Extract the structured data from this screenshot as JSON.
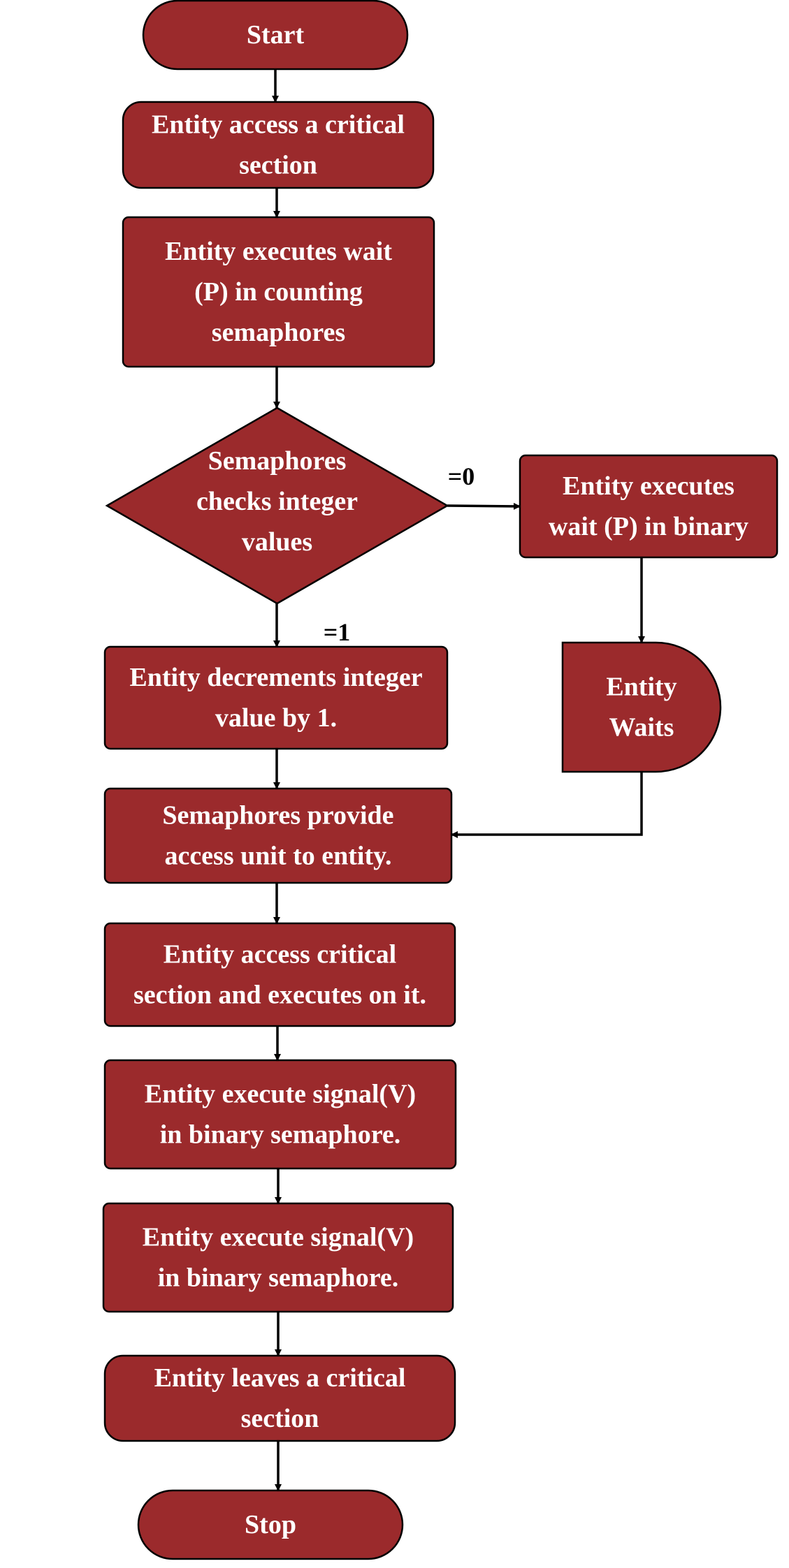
{
  "diagram": {
    "nodes": [
      {
        "id": "start",
        "shape": "terminal",
        "lines": [
          "Start"
        ]
      },
      {
        "id": "access-request",
        "shape": "rounded",
        "lines": [
          "Entity access a critical",
          "section"
        ]
      },
      {
        "id": "wait-counting",
        "shape": "process",
        "lines": [
          "Entity executes wait",
          "(P) in counting",
          "semaphores"
        ]
      },
      {
        "id": "check-value",
        "shape": "decision",
        "lines": [
          "Semaphores",
          "checks integer",
          "values"
        ]
      },
      {
        "id": "wait-binary",
        "shape": "process",
        "lines": [
          "Entity executes",
          "wait (P) in binary"
        ]
      },
      {
        "id": "entity-waits",
        "shape": "delay",
        "lines": [
          "Entity",
          "Waits"
        ]
      },
      {
        "id": "decrement",
        "shape": "process",
        "lines": [
          "Entity decrements integer",
          "value by 1."
        ]
      },
      {
        "id": "provide-access",
        "shape": "process",
        "lines": [
          "Semaphores provide",
          "access unit to entity."
        ]
      },
      {
        "id": "execute-critical",
        "shape": "process",
        "lines": [
          "Entity access critical",
          "section and executes on it."
        ]
      },
      {
        "id": "signal-1",
        "shape": "process",
        "lines": [
          "Entity execute signal(V)",
          "in binary semaphore."
        ]
      },
      {
        "id": "signal-2",
        "shape": "process",
        "lines": [
          "Entity execute signal(V)",
          "in binary semaphore."
        ]
      },
      {
        "id": "leave",
        "shape": "rounded",
        "lines": [
          "Entity leaves a critical",
          "section"
        ]
      },
      {
        "id": "stop",
        "shape": "terminal",
        "lines": [
          "Stop"
        ]
      }
    ],
    "edges": [
      {
        "from": "start",
        "to": "access-request",
        "label": ""
      },
      {
        "from": "access-request",
        "to": "wait-counting",
        "label": ""
      },
      {
        "from": "wait-counting",
        "to": "check-value",
        "label": ""
      },
      {
        "from": "check-value",
        "to": "wait-binary",
        "label": "=0"
      },
      {
        "from": "check-value",
        "to": "decrement",
        "label": "=1"
      },
      {
        "from": "wait-binary",
        "to": "entity-waits",
        "label": ""
      },
      {
        "from": "entity-waits",
        "to": "provide-access",
        "label": ""
      },
      {
        "from": "decrement",
        "to": "provide-access",
        "label": ""
      },
      {
        "from": "provide-access",
        "to": "execute-critical",
        "label": ""
      },
      {
        "from": "execute-critical",
        "to": "signal-1",
        "label": ""
      },
      {
        "from": "signal-1",
        "to": "signal-2",
        "label": ""
      },
      {
        "from": "signal-2",
        "to": "leave",
        "label": ""
      },
      {
        "from": "leave",
        "to": "stop",
        "label": ""
      }
    ]
  },
  "colors": {
    "node_fill": "#9b2a2c",
    "node_stroke": "#000000",
    "node_text": "#ffffff",
    "edge": "#000000",
    "background": "#ffffff"
  }
}
